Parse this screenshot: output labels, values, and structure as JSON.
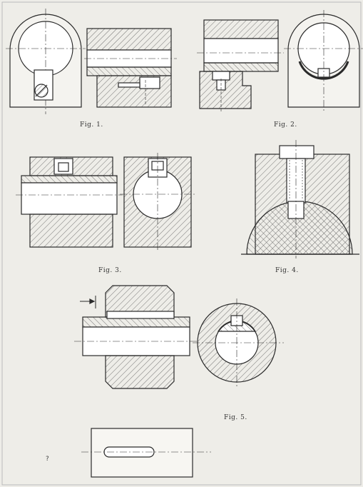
{
  "figures": {
    "fig1": "Fig. 1.",
    "fig2": "Fig. 2.",
    "fig3": "Fig. 3.",
    "fig4": "Fig. 4.",
    "fig5": "Fig. 5."
  },
  "marginal_mark": "?",
  "colors": {
    "paper": "#eeede8",
    "ink": "#2a2a2a",
    "hatch": "#555555"
  }
}
